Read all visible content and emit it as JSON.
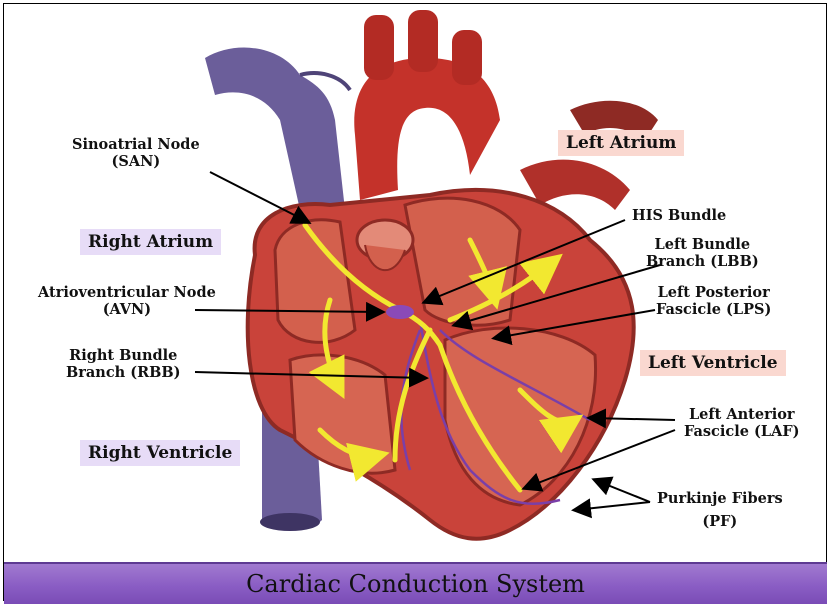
{
  "title": "Cardiac Conduction System",
  "chambers": {
    "right_atrium": "Right Atrium",
    "left_atrium": "Left Atrium",
    "left_ventricle": "Left Ventricle",
    "right_ventricle": "Right Ventricle"
  },
  "labels": {
    "san": [
      "Sinoatrial Node",
      "(SAN)"
    ],
    "his": [
      "HIS Bundle"
    ],
    "lbb": [
      "Left Bundle",
      "Branch (LBB)"
    ],
    "avn": [
      "Atrioventricular Node",
      "(AVN)"
    ],
    "lps": [
      "Left Posterior",
      "Fascicle (LPS)"
    ],
    "rbb": [
      "Right Bundle",
      "Branch (RBB)"
    ],
    "laf": [
      "Left Anterior",
      "Fascicle (LAF)"
    ],
    "pf": [
      "Purkinje Fibers",
      "(PF)"
    ]
  },
  "colors": {
    "muscle": "#c9433a",
    "muscle_dark": "#8e2a24",
    "chamber_inner": "#d3604d",
    "vein": "#6b5e9a",
    "conduction": "#f2e830",
    "purkinje": "#7a3fa8",
    "footer": "#8a5dc4"
  }
}
